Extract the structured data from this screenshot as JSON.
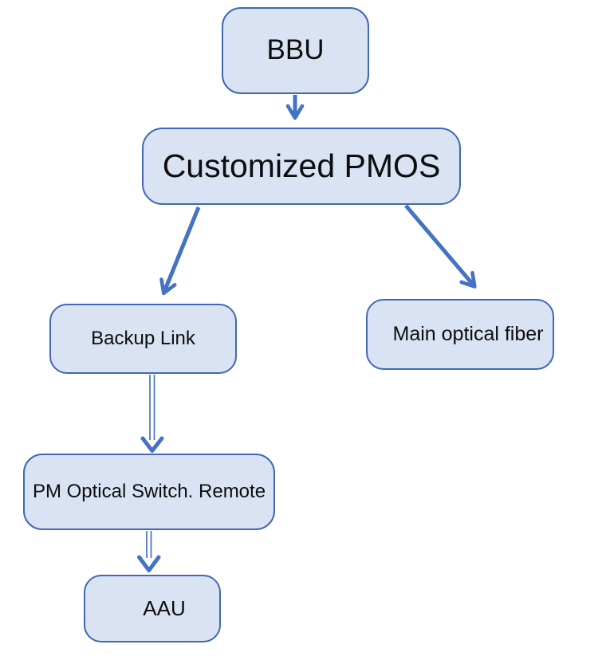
{
  "diagram": {
    "type": "flowchart",
    "nodes": {
      "bbu": {
        "label": "BBU"
      },
      "pmos": {
        "label": "Customized PMOS"
      },
      "backup": {
        "label": "Backup Link"
      },
      "fiber": {
        "label": "Main optical fiber"
      },
      "pm_remote": {
        "label": "PM Optical Switch. Remote"
      },
      "aau": {
        "label": "AAU"
      }
    },
    "edges": [
      {
        "from": "bbu",
        "to": "pmos",
        "style": "solid-shaft-open-v-head",
        "direction": "down"
      },
      {
        "from": "pmos",
        "to": "backup",
        "style": "solid-shaft-open-v-head",
        "direction": "down-left"
      },
      {
        "from": "pmos",
        "to": "fiber",
        "style": "solid-shaft-open-v-head",
        "direction": "down-right"
      },
      {
        "from": "backup",
        "to": "pm_remote",
        "style": "double-line-shaft-v-head",
        "direction": "down"
      },
      {
        "from": "pm_remote",
        "to": "aau",
        "style": "double-line-shaft-v-head",
        "direction": "down"
      }
    ]
  },
  "colors": {
    "node_fill": "#dae3f3",
    "node_border": "#4068b4",
    "arrow": "#4472c4",
    "text": "#0d0d0d",
    "background": "#ffffff"
  }
}
